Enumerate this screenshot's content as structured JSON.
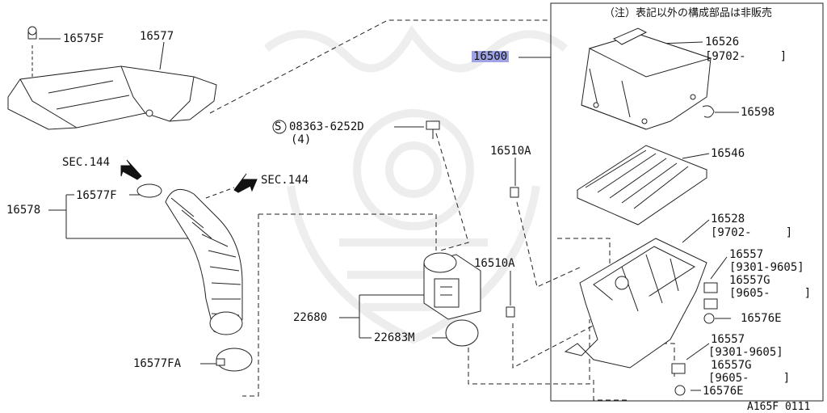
{
  "diagram": {
    "note": "（注）表記以外の構成部品は非販売",
    "assembly_number": "16500",
    "footer_code": "A165F 0111",
    "watermark_icon": "samurai-helmet-watermark-icon",
    "highlight_color": "#9fa3e6",
    "parts": {
      "p16575F": "16575F",
      "p16577": "16577",
      "p16526": "16526",
      "p16526_range": "[9702-     ]",
      "p16598": "16598",
      "p16546": "16546",
      "p16528": "16528",
      "p16528_range": "[9702-     ]",
      "bolt_part": "08363-6252D",
      "bolt_qty": "(4)",
      "p16510A_a": "16510A",
      "p16510A_b": "16510A",
      "sec144_a": "SEC.144",
      "sec144_b": "SEC.144",
      "p16577F": "16577F",
      "p16578": "16578",
      "p16557_a": "16557",
      "p16557_a_range": "[9301-9605]",
      "p16557G_a": "16557G",
      "p16557G_a_range": "[9605-     ]",
      "p16576E_a": "16576E",
      "p22680": "22680",
      "p22683M": "22683M",
      "p16557_b": "16557",
      "p16557_b_range": "[9301-9605]",
      "p16557G_b": "16557G",
      "p16557G_b_range": "[9605-     ]",
      "p16576E_b": "16576E",
      "p16577FA": "16577FA"
    }
  }
}
